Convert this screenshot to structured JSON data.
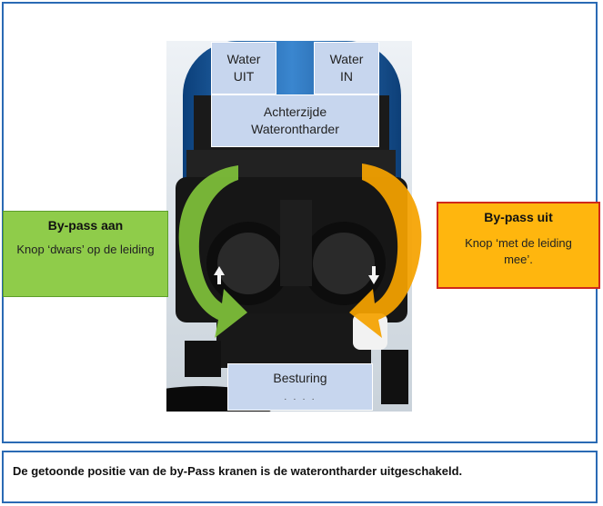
{
  "labels": {
    "water_uit": [
      "Water",
      "UIT"
    ],
    "water_in": [
      "Water",
      "IN"
    ],
    "achterzijde": [
      "Achterzijde",
      "Waterontharder"
    ],
    "besturing": "Besturing",
    "besturing_partial": "· · · ·"
  },
  "bypass_aan": {
    "title": "By-pass aan",
    "body": "Knop ‘dwars’ op de leiding",
    "fill": "#8fcc4a",
    "border": "#5d9e2a"
  },
  "bypass_uit": {
    "title": "By-pass uit",
    "body": "Knop ‘met de leiding mee’.",
    "fill": "#ffb60e",
    "border": "#d0281a"
  },
  "caption": "De getoonde positie van de by-Pass kranen is  de waterontharder uitgeschakeld.",
  "colors": {
    "frame": "#2a6ab4",
    "label_fill": "#c7d6ee",
    "arrow_green": "#7fc13a",
    "arrow_orange": "#f5a200"
  }
}
